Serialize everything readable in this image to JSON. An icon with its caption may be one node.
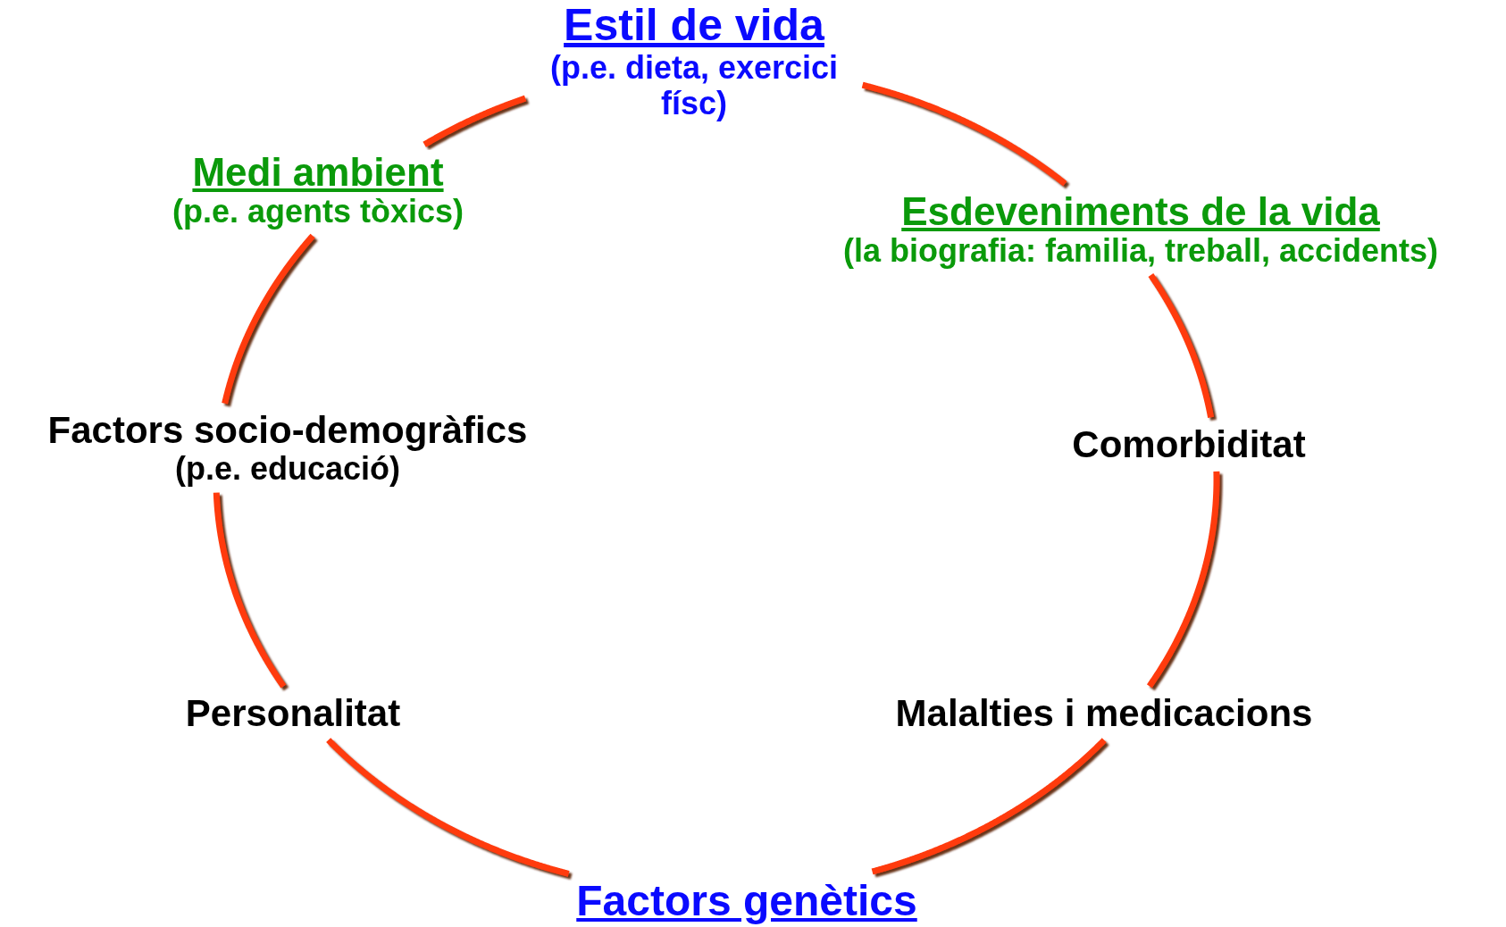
{
  "diagram": {
    "nodes": [
      {
        "text": [
          "Estil de vida",
          "(p.e. dieta, exercici físc)"
        ]
      },
      {
        "text": [
          "Medi ambient",
          "(p.e. agents tòxics)"
        ]
      },
      {
        "text": [
          "Esdeveniments de la vida",
          "(la biografia: familia, treball, accidents)"
        ]
      },
      {
        "text": [
          "Factors socio-demogràfics",
          "(p.e. educació)"
        ]
      },
      {
        "text": [
          "Comorbiditat"
        ]
      },
      {
        "text": [
          "Personalitat"
        ]
      },
      {
        "text": [
          "Malalties i medicacions"
        ]
      },
      {
        "text": [
          "Factors genètics"
        ]
      }
    ],
    "edges": [
      {
        "from": 0,
        "to": 2,
        "arrow": "none"
      },
      {
        "from": 2,
        "to": 4,
        "arrow": "none"
      },
      {
        "from": 4,
        "to": 6,
        "arrow": "none"
      },
      {
        "from": 6,
        "to": 7,
        "arrow": "none"
      },
      {
        "from": 7,
        "to": 5,
        "arrow": "none"
      },
      {
        "from": 5,
        "to": 3,
        "arrow": "none"
      },
      {
        "from": 3,
        "to": 1,
        "arrow": "none"
      },
      {
        "from": 1,
        "to": 0,
        "arrow": "none"
      }
    ]
  }
}
